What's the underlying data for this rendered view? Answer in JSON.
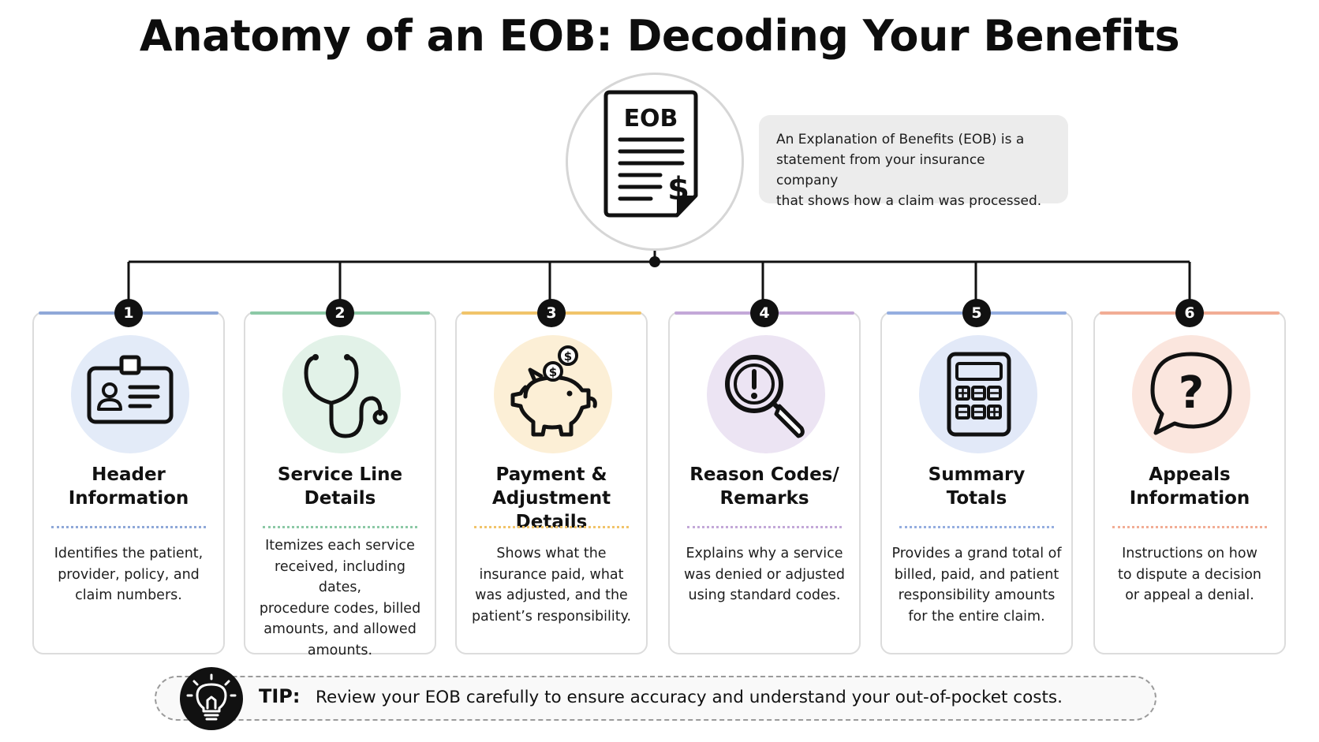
{
  "title": "Anatomy of an EOB: Decoding Your Benefits",
  "hero": {
    "doc_label": "EOB",
    "currency_symbol": "$",
    "icon": "eob-document-icon"
  },
  "intro": {
    "lines": [
      "An Explanation of Benefits (EOB) is a",
      "statement from your insurance company",
      "that shows how a claim was processed."
    ]
  },
  "sections": [
    {
      "number": "1",
      "title_lines": [
        "Header",
        "Information"
      ],
      "desc_lines": [
        "Identifies the patient,",
        "provider, policy, and",
        "claim numbers."
      ],
      "icon": "id-badge-icon",
      "accent": "#8fa8d8",
      "tint": "#e3ebf8"
    },
    {
      "number": "2",
      "title_lines": [
        "Service Line",
        "Details"
      ],
      "desc_lines": [
        "Itemizes each service",
        "received, including dates,",
        "procedure codes, billed",
        "amounts, and allowed",
        "amounts."
      ],
      "icon": "stethoscope-icon",
      "accent": "#8cc9a6",
      "tint": "#e2f2e8"
    },
    {
      "number": "3",
      "title_lines": [
        "Payment &",
        "Adjustment Details"
      ],
      "desc_lines": [
        "Shows what the",
        "insurance paid, what",
        "was adjusted, and the",
        "patient’s responsibility."
      ],
      "icon": "piggy-bank-icon",
      "accent": "#f1c46a",
      "tint": "#fcefd6"
    },
    {
      "number": "4",
      "title_lines": [
        "Reason Codes/",
        "Remarks"
      ],
      "desc_lines": [
        "Explains why a service",
        "was denied or adjusted",
        "using standard codes."
      ],
      "icon": "magnifier-alert-icon",
      "accent": "#c3a8d8",
      "tint": "#ece4f3"
    },
    {
      "number": "5",
      "title_lines": [
        "Summary",
        "Totals"
      ],
      "desc_lines": [
        "Provides a grand total of",
        "billed, paid, and patient",
        "responsibility amounts",
        "for the entire claim."
      ],
      "icon": "calculator-icon",
      "accent": "#95aee0",
      "tint": "#e2e9f8"
    },
    {
      "number": "6",
      "title_lines": [
        "Appeals",
        "Information"
      ],
      "desc_lines": [
        "Instructions on how",
        "to dispute a decision",
        "or appeal a denial."
      ],
      "icon": "question-bubble-icon",
      "accent": "#f2ad95",
      "tint": "#fbe6de"
    }
  ],
  "tip": {
    "label": "TIP:",
    "text": "Review your EOB carefully to ensure accuracy and understand your out-of-pocket costs.",
    "icon": "lightbulb-icon"
  }
}
